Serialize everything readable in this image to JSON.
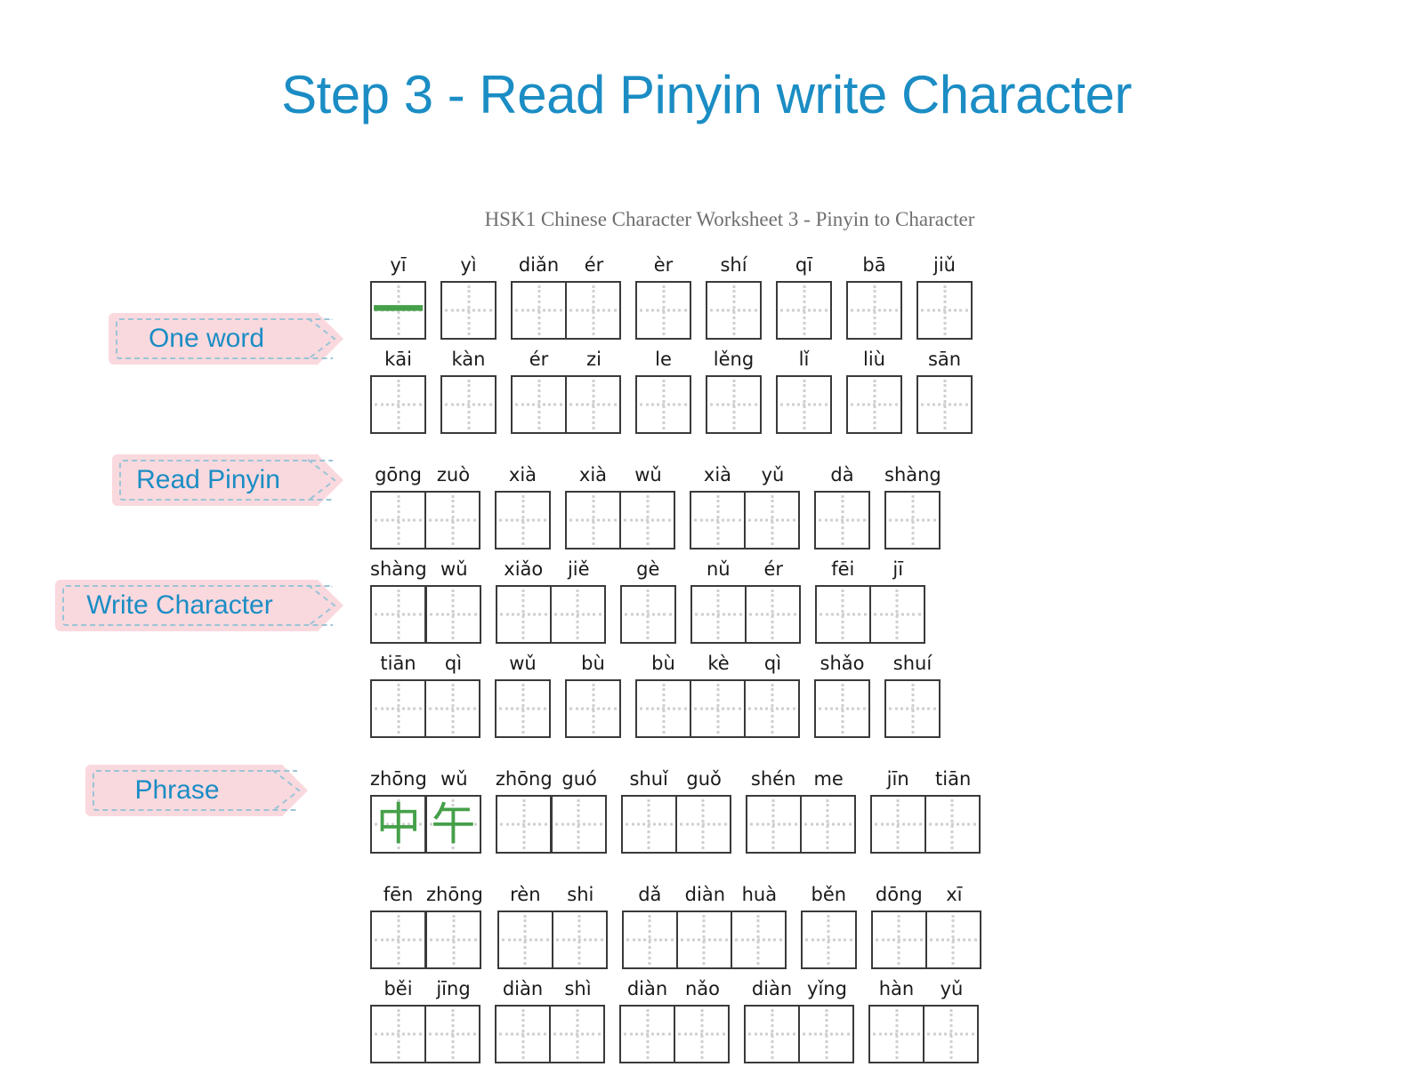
{
  "slide": {
    "title": "Step 3 - Read Pinyin write Character",
    "title_color": "#1b8dc4",
    "background": "#ffffff"
  },
  "banners": {
    "fill_color": "#fad9de",
    "border_color": "#9bc4d6",
    "text_color": "#1b8dc4",
    "items": [
      {
        "id": "one-word",
        "label": "One word"
      },
      {
        "id": "read-pinyin",
        "label": "Read Pinyin"
      },
      {
        "id": "write-character",
        "label": "Write Character"
      },
      {
        "id": "phrase",
        "label": "Phrase"
      }
    ]
  },
  "worksheet": {
    "heading": "HSK1 Chinese Character Worksheet 3 - Pinyin to Character",
    "heading_color": "#6f6f6f",
    "box_border_color": "#3a3a3a",
    "guide_color": "#cfcfcf",
    "answer_color": "#45a049",
    "sections": [
      {
        "id": "single-characters",
        "rows": [
          {
            "id": "row-1",
            "groups": [
              {
                "cells": [
                  {
                    "pinyin": "yī",
                    "character": "一"
                  }
                ]
              },
              {
                "cells": [
                  {
                    "pinyin": "yì",
                    "character": ""
                  }
                ]
              },
              {
                "cells": [
                  {
                    "pinyin": "diǎn",
                    "character": ""
                  },
                  {
                    "pinyin": "ér",
                    "character": ""
                  }
                ]
              },
              {
                "cells": [
                  {
                    "pinyin": "èr",
                    "character": ""
                  }
                ]
              },
              {
                "cells": [
                  {
                    "pinyin": "shí",
                    "character": ""
                  }
                ]
              },
              {
                "cells": [
                  {
                    "pinyin": "qī",
                    "character": ""
                  }
                ]
              },
              {
                "cells": [
                  {
                    "pinyin": "bā",
                    "character": ""
                  }
                ]
              },
              {
                "cells": [
                  {
                    "pinyin": "jiǔ",
                    "character": ""
                  }
                ]
              }
            ]
          },
          {
            "id": "row-2",
            "groups": [
              {
                "cells": [
                  {
                    "pinyin": "kāi",
                    "character": ""
                  }
                ]
              },
              {
                "cells": [
                  {
                    "pinyin": "kàn",
                    "character": ""
                  }
                ]
              },
              {
                "cells": [
                  {
                    "pinyin": "ér",
                    "character": ""
                  },
                  {
                    "pinyin": "zi",
                    "character": ""
                  }
                ]
              },
              {
                "cells": [
                  {
                    "pinyin": "le",
                    "character": ""
                  }
                ]
              },
              {
                "cells": [
                  {
                    "pinyin": "lěng",
                    "character": ""
                  }
                ]
              },
              {
                "cells": [
                  {
                    "pinyin": "lǐ",
                    "character": ""
                  }
                ]
              },
              {
                "cells": [
                  {
                    "pinyin": "liù",
                    "character": ""
                  }
                ]
              },
              {
                "cells": [
                  {
                    "pinyin": "sān",
                    "character": ""
                  }
                ]
              }
            ]
          }
        ]
      },
      {
        "id": "two-character-words",
        "rows": [
          {
            "id": "row-3",
            "groups": [
              {
                "cells": [
                  {
                    "pinyin": "gōng",
                    "character": ""
                  },
                  {
                    "pinyin": "zuò",
                    "character": ""
                  }
                ]
              },
              {
                "cells": [
                  {
                    "pinyin": "xià",
                    "character": ""
                  }
                ]
              },
              {
                "cells": [
                  {
                    "pinyin": "xià",
                    "character": ""
                  },
                  {
                    "pinyin": "wǔ",
                    "character": ""
                  }
                ]
              },
              {
                "cells": [
                  {
                    "pinyin": "xià",
                    "character": ""
                  },
                  {
                    "pinyin": "yǔ",
                    "character": ""
                  }
                ]
              },
              {
                "cells": [
                  {
                    "pinyin": "dà",
                    "character": ""
                  }
                ]
              },
              {
                "cells": [
                  {
                    "pinyin": "shàng",
                    "character": ""
                  }
                ]
              }
            ]
          },
          {
            "id": "row-4",
            "groups": [
              {
                "cells": [
                  {
                    "pinyin": "shàng",
                    "character": ""
                  },
                  {
                    "pinyin": "wǔ",
                    "character": ""
                  }
                ]
              },
              {
                "cells": [
                  {
                    "pinyin": "xiǎo",
                    "character": ""
                  },
                  {
                    "pinyin": "jiě",
                    "character": ""
                  }
                ]
              },
              {
                "cells": [
                  {
                    "pinyin": "gè",
                    "character": ""
                  }
                ]
              },
              {
                "cells": [
                  {
                    "pinyin": "nǔ",
                    "character": ""
                  },
                  {
                    "pinyin": "ér",
                    "character": ""
                  }
                ]
              },
              {
                "cells": [
                  {
                    "pinyin": "fēi",
                    "character": ""
                  },
                  {
                    "pinyin": "jī",
                    "character": ""
                  }
                ]
              }
            ]
          },
          {
            "id": "row-5",
            "groups": [
              {
                "cells": [
                  {
                    "pinyin": "tiān",
                    "character": ""
                  },
                  {
                    "pinyin": "qì",
                    "character": ""
                  }
                ]
              },
              {
                "cells": [
                  {
                    "pinyin": "wǔ",
                    "character": ""
                  }
                ]
              },
              {
                "cells": [
                  {
                    "pinyin": "bù",
                    "character": ""
                  }
                ]
              },
              {
                "cells": [
                  {
                    "pinyin": "bù",
                    "character": ""
                  },
                  {
                    "pinyin": "kè",
                    "character": ""
                  },
                  {
                    "pinyin": "qì",
                    "character": ""
                  }
                ]
              },
              {
                "cells": [
                  {
                    "pinyin": "shǎo",
                    "character": ""
                  }
                ]
              },
              {
                "cells": [
                  {
                    "pinyin": "shuí",
                    "character": ""
                  }
                ]
              }
            ]
          }
        ]
      },
      {
        "id": "phrases",
        "rows": [
          {
            "id": "row-6",
            "groups": [
              {
                "cells": [
                  {
                    "pinyin": "zhōng",
                    "character": "中"
                  },
                  {
                    "pinyin": "wǔ",
                    "character": "午"
                  }
                ]
              },
              {
                "cells": [
                  {
                    "pinyin": "zhōng",
                    "character": ""
                  },
                  {
                    "pinyin": "guó",
                    "character": ""
                  }
                ]
              },
              {
                "cells": [
                  {
                    "pinyin": "shuǐ",
                    "character": ""
                  },
                  {
                    "pinyin": "guǒ",
                    "character": ""
                  }
                ]
              },
              {
                "cells": [
                  {
                    "pinyin": "shén",
                    "character": ""
                  },
                  {
                    "pinyin": "me",
                    "character": ""
                  }
                ]
              },
              {
                "cells": [
                  {
                    "pinyin": "jīn",
                    "character": ""
                  },
                  {
                    "pinyin": "tiān",
                    "character": ""
                  }
                ]
              }
            ]
          }
        ]
      },
      {
        "id": "phrases-continued",
        "rows": [
          {
            "id": "row-7",
            "groups": [
              {
                "cells": [
                  {
                    "pinyin": "fēn",
                    "character": ""
                  },
                  {
                    "pinyin": "zhōng",
                    "character": ""
                  }
                ]
              },
              {
                "cells": [
                  {
                    "pinyin": "rèn",
                    "character": ""
                  },
                  {
                    "pinyin": "shi",
                    "character": ""
                  }
                ]
              },
              {
                "cells": [
                  {
                    "pinyin": "dǎ",
                    "character": ""
                  },
                  {
                    "pinyin": "diàn",
                    "character": ""
                  },
                  {
                    "pinyin": "huà",
                    "character": ""
                  }
                ]
              },
              {
                "cells": [
                  {
                    "pinyin": "běn",
                    "character": ""
                  }
                ]
              },
              {
                "cells": [
                  {
                    "pinyin": "dōng",
                    "character": ""
                  },
                  {
                    "pinyin": "xī",
                    "character": ""
                  }
                ]
              }
            ]
          },
          {
            "id": "row-8",
            "groups": [
              {
                "cells": [
                  {
                    "pinyin": "běi",
                    "character": ""
                  },
                  {
                    "pinyin": "jīng",
                    "character": ""
                  }
                ]
              },
              {
                "cells": [
                  {
                    "pinyin": "diàn",
                    "character": ""
                  },
                  {
                    "pinyin": "shì",
                    "character": ""
                  }
                ]
              },
              {
                "cells": [
                  {
                    "pinyin": "diàn",
                    "character": ""
                  },
                  {
                    "pinyin": "nǎo",
                    "character": ""
                  }
                ]
              },
              {
                "cells": [
                  {
                    "pinyin": "diàn",
                    "character": ""
                  },
                  {
                    "pinyin": "yǐng",
                    "character": ""
                  }
                ]
              },
              {
                "cells": [
                  {
                    "pinyin": "hàn",
                    "character": ""
                  },
                  {
                    "pinyin": "yǔ",
                    "character": ""
                  }
                ]
              }
            ]
          }
        ]
      }
    ]
  }
}
